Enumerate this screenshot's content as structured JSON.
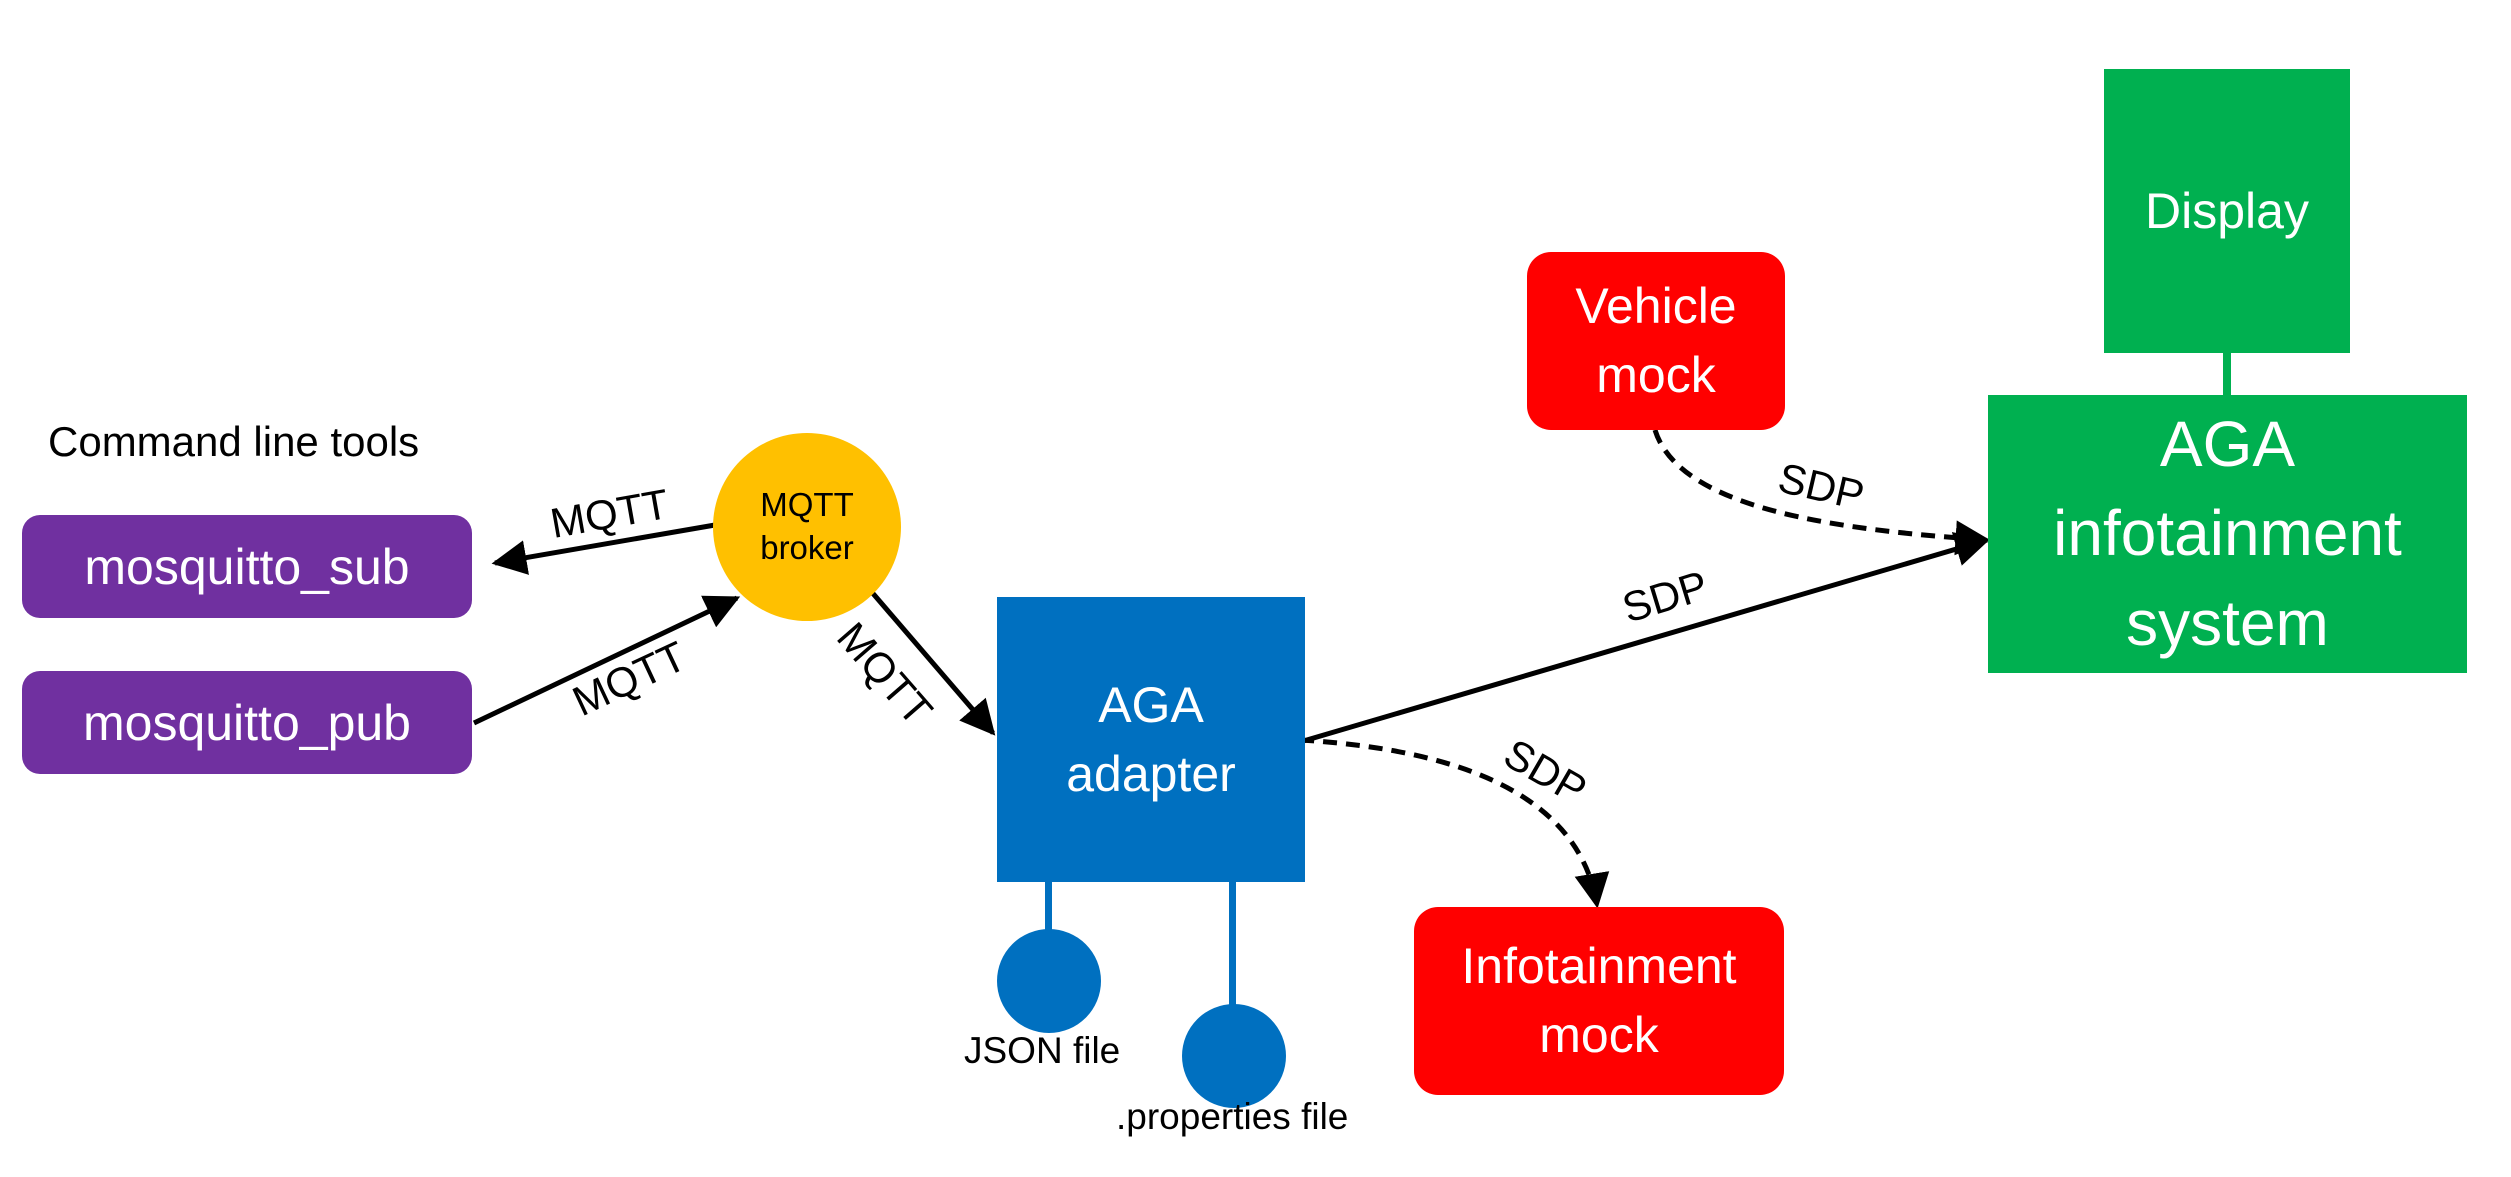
{
  "command_line_tools": {
    "heading": "Command line tools",
    "sub_label": "mosquitto_sub",
    "pub_label": "mosquitto_pub"
  },
  "broker": {
    "label": "MQTT\nbroker"
  },
  "adapter": {
    "label": "AGA\nadapter"
  },
  "files": {
    "json_label": "JSON file",
    "properties_label": ".properties file"
  },
  "vehicle_mock": {
    "label": "Vehicle\nmock"
  },
  "infotainment_mock": {
    "label": "Infotainment\nmock"
  },
  "display": {
    "label": "Display"
  },
  "infotainment_system": {
    "label": "AGA\ninfotainment\nsystem"
  },
  "edges": {
    "broker_to_sub": "MQTT",
    "pub_to_broker": "MQTT",
    "broker_to_adapter": "MQTT",
    "vehicle_to_system": "SDP",
    "adapter_to_system": "SDP",
    "adapter_to_infotainment_mock": "SDP"
  },
  "colors": {
    "tools": "#7030a0",
    "broker": "#ffc000",
    "adapter": "#0070c0",
    "mock": "#ff0000",
    "system": "#00b050"
  }
}
